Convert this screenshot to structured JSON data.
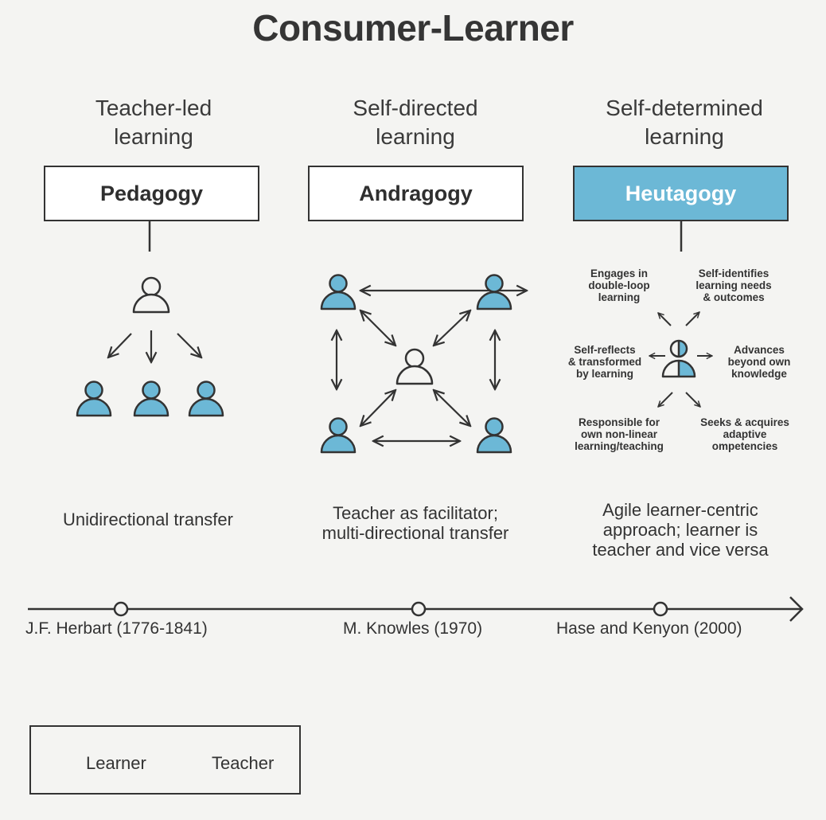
{
  "title": "Consumer-Learner",
  "columns": [
    {
      "heading": [
        "Teacher-led",
        "learning"
      ],
      "box": "Pedagogy",
      "description": [
        "Unidirectional transfer"
      ]
    },
    {
      "heading": [
        "Self-directed",
        "learning"
      ],
      "box": "Andragogy",
      "description": [
        "Teacher as facilitator;",
        "multi-directional transfer"
      ]
    },
    {
      "heading": [
        "Self-determined",
        "learning"
      ],
      "box": "Heutagogy",
      "description": [
        "Agile learner-centric",
        "approach; learner is",
        "teacher and vice versa"
      ]
    }
  ],
  "heutagogy_traits": {
    "top_left": [
      "Engages in",
      "double-loop",
      "learning"
    ],
    "top_right": [
      "Self-identifies",
      "learning needs",
      "& outcomes"
    ],
    "mid_left": [
      "Self-reflects",
      "& transformed",
      "by learning"
    ],
    "mid_right": [
      "Advances",
      "beyond own",
      "knowledge"
    ],
    "bottom_left": [
      "Responsible for",
      "own non-linear",
      "learning/teaching"
    ],
    "bottom_right": [
      "Seeks & acquires",
      "adaptive",
      "ompetencies"
    ]
  },
  "timeline": [
    {
      "label": "J.F. Herbart (1776-1841)"
    },
    {
      "label": "M. Knowles (1970)"
    },
    {
      "label": "Hase and Kenyon (2000)"
    }
  ],
  "legend": {
    "learner": "Learner",
    "teacher": "Teacher"
  },
  "colors": {
    "learner_fill": "#6cb8d6",
    "accent": "#6cb8d6",
    "ink": "#333333",
    "background": "#f4f4f2"
  }
}
